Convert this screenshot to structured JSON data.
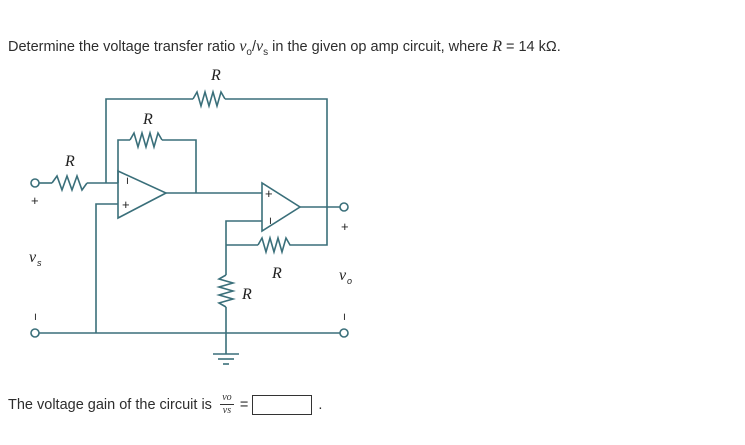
{
  "question": {
    "prefix": "Determine the voltage transfer ratio ",
    "ratio_num": "v",
    "ratio_num_sub": "o",
    "ratio_sep": "/",
    "ratio_den": "v",
    "ratio_den_sub": "s",
    "middle": " in the given op amp circuit, where ",
    "var": "R",
    "value": " = 14 kΩ."
  },
  "circuit": {
    "r_top": "R",
    "r_mid": "R",
    "r_in": "R",
    "r_right": "R",
    "r_vert": "R",
    "opamp_minus": "−",
    "opamp_plus": "+",
    "src_plus": "+",
    "src_minus": "−",
    "src_label": "v",
    "src_label_sub": "s",
    "out_plus": "+",
    "out_minus": "−",
    "out_label": "v",
    "out_label_sub": "o"
  },
  "answer_prompt": {
    "text": "The voltage gain of the circuit is",
    "frac_num": "vo",
    "frac_den": "vs",
    "equals": "=",
    "value": "",
    "trailing": "."
  }
}
